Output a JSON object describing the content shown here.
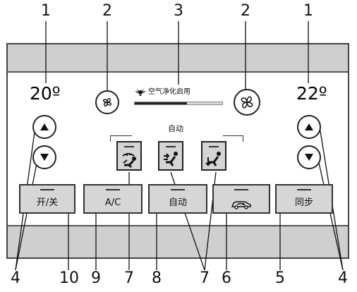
{
  "callouts": {
    "top": [
      "1",
      "2",
      "3",
      "2",
      "1"
    ],
    "bottom": [
      "4",
      "10",
      "9",
      "7",
      "8",
      "7",
      "6",
      "5",
      "4"
    ]
  },
  "temperatures": {
    "left": "20º",
    "right": "22º"
  },
  "air_quality": {
    "label": "空气净化启用",
    "level_fraction": 0.6
  },
  "mode_group": {
    "label": "自动"
  },
  "mode_buttons": [
    {
      "icon": "defrost-occupant-icon"
    },
    {
      "icon": "vent-occupant-icon"
    },
    {
      "icon": "floor-occupant-icon"
    }
  ],
  "bottom_buttons": [
    {
      "label": "开/关"
    },
    {
      "label": "A/C"
    },
    {
      "label": "自动"
    },
    {
      "label": "",
      "icon": "recirculation-car-icon"
    },
    {
      "label": "同步"
    }
  ],
  "icons": {
    "fan_left": "fan-low-icon",
    "fan_right": "fan-high-icon",
    "arrow_up": "up-arrow-icon",
    "arrow_down": "down-arrow-icon",
    "air": "air-purifier-icon"
  },
  "colors": {
    "strip": "#cfcfcf",
    "button": "#d6d6d6",
    "ink": "#111111"
  }
}
